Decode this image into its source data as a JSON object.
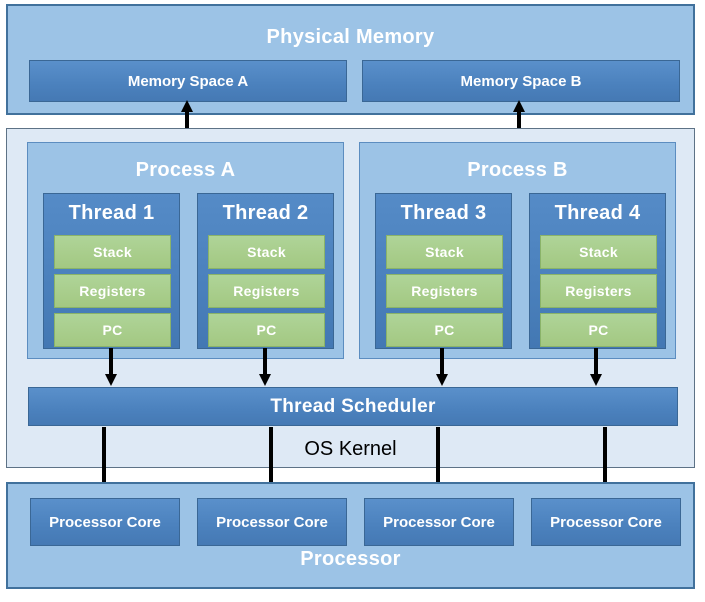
{
  "palette": {
    "container_fill": "#9CC3E6",
    "container_border": "#41719C",
    "kernel_fill": "#DEE9F5",
    "kernel_border": "#5D7286",
    "box_fill": "#4E84C1",
    "box_border": "#3A6795",
    "green_fill": "#A7CC8B",
    "green_border": "#8AB369",
    "arrow_color": "#000000",
    "label_light": "#FFFFFF",
    "label_dark": "#000000"
  },
  "physical_memory": {
    "title": "Physical Memory",
    "spaces": [
      {
        "label": "Memory Space A"
      },
      {
        "label": "Memory Space B"
      }
    ]
  },
  "os_kernel": {
    "label": "OS Kernel",
    "scheduler_label": "Thread Scheduler",
    "processes": [
      {
        "title": "Process A",
        "threads": [
          {
            "title": "Thread 1",
            "items": [
              "Stack",
              "Registers",
              "PC"
            ]
          },
          {
            "title": "Thread 2",
            "items": [
              "Stack",
              "Registers",
              "PC"
            ]
          }
        ]
      },
      {
        "title": "Process B",
        "threads": [
          {
            "title": "Thread 3",
            "items": [
              "Stack",
              "Registers",
              "PC"
            ]
          },
          {
            "title": "Thread 4",
            "items": [
              "Stack",
              "Registers",
              "PC"
            ]
          }
        ]
      }
    ]
  },
  "processor": {
    "title": "Processor",
    "cores": [
      {
        "label": "Processor Core"
      },
      {
        "label": "Processor Core"
      },
      {
        "label": "Processor Core"
      },
      {
        "label": "Processor Core"
      }
    ]
  }
}
